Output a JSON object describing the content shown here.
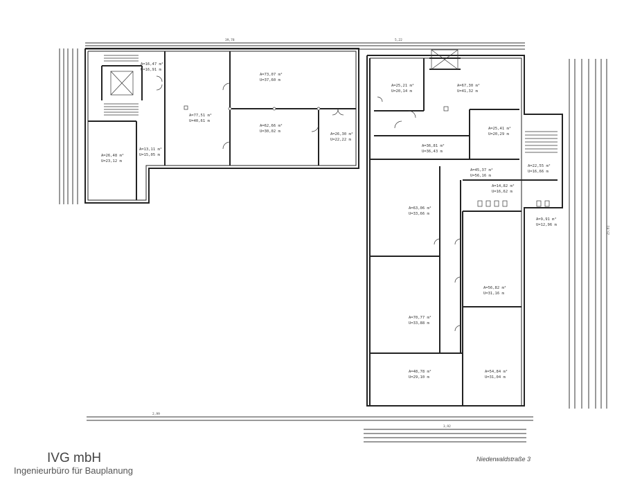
{
  "rooms": [
    {
      "area": "A=16,47 m²",
      "perimeter": "U=16,91 m"
    },
    {
      "area": "A=26,48 m²",
      "perimeter": "U=23,12 m"
    },
    {
      "area": "A=13,11 m²",
      "perimeter": "U=15,05 m"
    },
    {
      "area": "A=77,51 m²",
      "perimeter": "U=40,61 m"
    },
    {
      "area": "A=73,07 m²",
      "perimeter": "U=37,60 m"
    },
    {
      "area": "A=62,66 m²",
      "perimeter": "U=30,02 m"
    },
    {
      "area": "A=26,30 m²",
      "perimeter": "U=22,22 m"
    },
    {
      "area": "A=25,21 m²",
      "perimeter": "U=20,14 m"
    },
    {
      "area": "A=67,30 m²",
      "perimeter": "U=41,32 m"
    },
    {
      "area": "A=25,41 m²",
      "perimeter": "U=20,29 m"
    },
    {
      "area": "A=36,81 m²",
      "perimeter": "U=36,43 m"
    },
    {
      "area": "A=45,37 m²",
      "perimeter": "U=56,16 m"
    },
    {
      "area": "A=22,55 m²",
      "perimeter": "U=16,66 m"
    },
    {
      "area": "A=14,82 m²",
      "perimeter": "U=16,62 m"
    },
    {
      "area": "A=9,91 m²",
      "perimeter": "U=12,96 m"
    },
    {
      "area": "A=63,06 m²",
      "perimeter": "U=33,66 m"
    },
    {
      "area": "A=56,82 m²",
      "perimeter": "U=31,16 m"
    },
    {
      "area": "A=70,77 m²",
      "perimeter": "U=33,88 m"
    },
    {
      "area": "A=48,78 m²",
      "perimeter": "U=29,10 m"
    },
    {
      "area": "A=54,84 m²",
      "perimeter": "U=31,04 m"
    }
  ],
  "dimensions": {
    "top_overall": "39,78",
    "top_right": "5,22",
    "right_overall": "25,81",
    "bottom_left": "2,99",
    "bottom_right": "3,92"
  },
  "title_block": {
    "company": "IVG mbH",
    "company_sub": "Ingenieurbüro für Bauplanung",
    "street": "Niederwaldstraße 3"
  }
}
